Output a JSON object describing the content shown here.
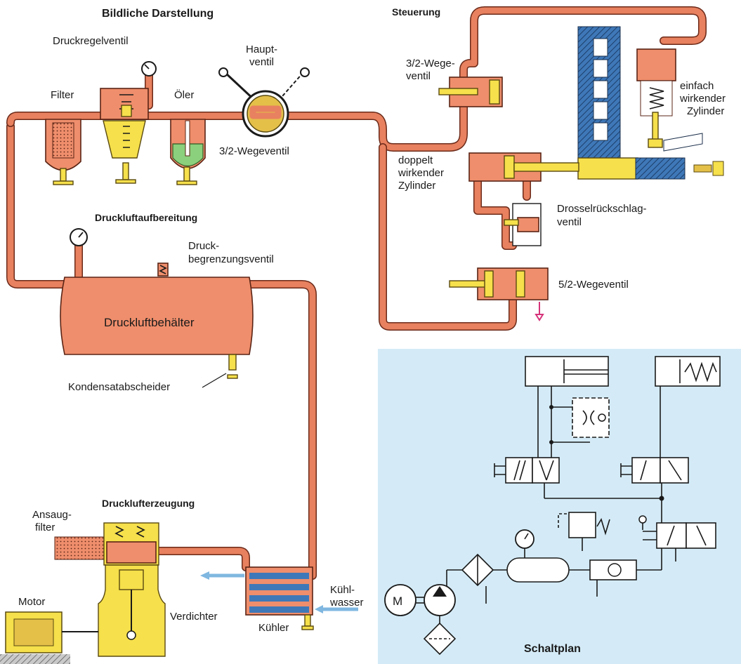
{
  "headings": {
    "main": "Bildliche Darstellung",
    "control": "Steuerung",
    "preparation": "Druckluftaufbereitung",
    "generation": "Drucklufterzeugung",
    "circuit": "Schaltplan"
  },
  "labels": {
    "pressure_regulator": "Druckregelventil",
    "filter": "Filter",
    "oiler": "Öler",
    "main_valve_1": "Haupt-",
    "main_valve_2": "ventil",
    "valve_32_main": "3/2-Wegeventil",
    "valve_32_ctrl_1": "3/2-Wege-",
    "valve_32_ctrl_2": "ventil",
    "single_cyl_1": "einfach",
    "single_cyl_2": "wirkender",
    "single_cyl_3": "Zylinder",
    "double_cyl_1": "doppelt",
    "double_cyl_2": "wirkender",
    "double_cyl_3": "Zylinder",
    "throttle_1": "Drosselrückschlag-",
    "throttle_2": "ventil",
    "valve_52": "5/2-Wegeventil",
    "limit_valve_1": "Druck-",
    "limit_valve_2": "begrenzungsventil",
    "tank": "Druckluftbehälter",
    "condensate": "Kondensatabscheider",
    "intake_1": "Ansaug-",
    "intake_2": "filter",
    "motor": "Motor",
    "compressor": "Verdichter",
    "cooling_1": "Kühl-",
    "cooling_2": "wasser",
    "cooler": "Kühler",
    "motor_symbol": "M"
  },
  "colors": {
    "pipe": "#e8815f",
    "component": "#ef8e6c",
    "piston": "#f6e04b",
    "oil": "#8bd07c",
    "magazine": "#3f78b8",
    "circuit_bg": "#d4ebf7"
  }
}
